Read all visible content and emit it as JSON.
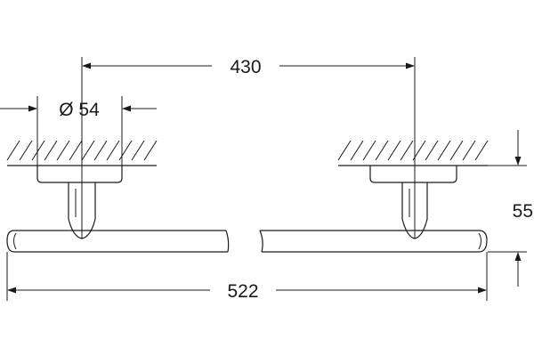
{
  "dimensions": {
    "mount_spacing": "430",
    "rosette_diameter": "Ø 54",
    "projection": "55",
    "overall_length": "522"
  },
  "colors": {
    "line": "#1a1a1a",
    "background": "#ffffff"
  }
}
